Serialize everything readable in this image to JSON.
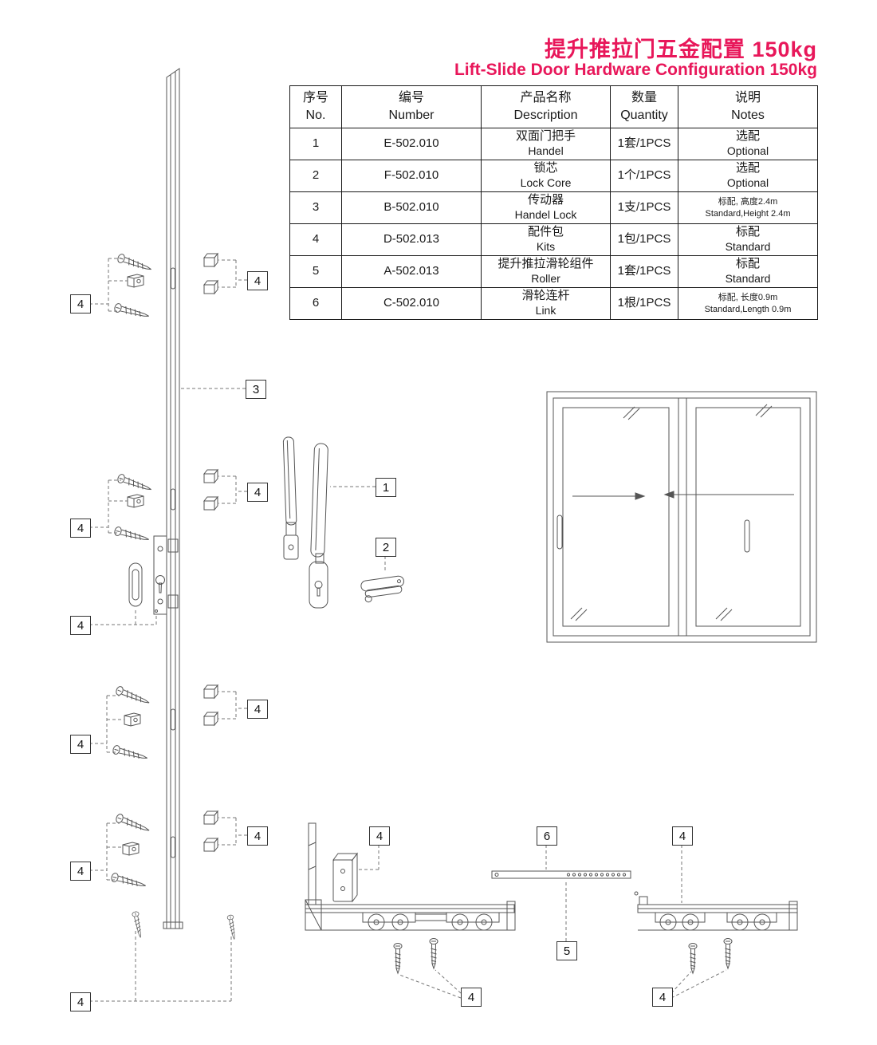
{
  "colors": {
    "accent": "#e8175a",
    "line": "#555555",
    "table_border": "#1a1a1a"
  },
  "title": {
    "zh": "提升推拉门五金配置 150kg",
    "en": "Lift-Slide Door Hardware Configuration 150kg"
  },
  "table": {
    "headers": [
      {
        "zh": "序号",
        "en": "No."
      },
      {
        "zh": "编号",
        "en": "Number"
      },
      {
        "zh": "产品名称",
        "en": "Description"
      },
      {
        "zh": "数量",
        "en": "Quantity"
      },
      {
        "zh": "说明",
        "en": "Notes"
      }
    ],
    "rows": [
      {
        "no": "1",
        "number": "E-502.010",
        "desc_zh": "双面门把手",
        "desc_en": "Handel",
        "qty": "1套/1PCS",
        "note_zh": "选配",
        "note_en": "Optional"
      },
      {
        "no": "2",
        "number": "F-502.010",
        "desc_zh": "锁芯",
        "desc_en": "Lock  Core",
        "qty": "1个/1PCS",
        "note_zh": "选配",
        "note_en": "Optional"
      },
      {
        "no": "3",
        "number": "B-502.010",
        "desc_zh": "传动器",
        "desc_en": "Handel Lock",
        "qty": "1支/1PCS",
        "note_zh": "标配, 高度2.4m",
        "note_en": "Standard,Height 2.4m"
      },
      {
        "no": "4",
        "number": "D-502.013",
        "desc_zh": "配件包",
        "desc_en": "Kits",
        "qty": "1包/1PCS",
        "note_zh": "标配",
        "note_en": "Standard"
      },
      {
        "no": "5",
        "number": "A-502.013",
        "desc_zh": "提升推拉滑轮组件",
        "desc_en": "Roller",
        "qty": "1套/1PCS",
        "note_zh": "标配",
        "note_en": "Standard"
      },
      {
        "no": "6",
        "number": "C-502.010",
        "desc_zh": "滑轮连杆",
        "desc_en": "Link",
        "qty": "1根/1PCS",
        "note_zh": "标配, 长度0.9m",
        "note_en": "Standard,Length 0.9m"
      }
    ]
  },
  "callouts": [
    {
      "label": "4",
      "ref": "kit-screws-group-1"
    },
    {
      "label": "4",
      "ref": "kit-blocks-group-1"
    },
    {
      "label": "3",
      "ref": "handle-lock-bar"
    },
    {
      "label": "4",
      "ref": "kit-blocks-group-2"
    },
    {
      "label": "1",
      "ref": "handle"
    },
    {
      "label": "4",
      "ref": "kit-screws-group-2"
    },
    {
      "label": "2",
      "ref": "lock-core"
    },
    {
      "label": "4",
      "ref": "kit-cylinder-plate"
    },
    {
      "label": "4",
      "ref": "kit-blocks-group-3"
    },
    {
      "label": "4",
      "ref": "kit-screws-group-3"
    },
    {
      "label": "4",
      "ref": "kit-blocks-group-4"
    },
    {
      "label": "4",
      "ref": "roller-guide-block"
    },
    {
      "label": "6",
      "ref": "link-bar"
    },
    {
      "label": "4",
      "ref": "roller-right-assembly"
    },
    {
      "label": "4",
      "ref": "kit-screws-group-4"
    },
    {
      "label": "5",
      "ref": "roller-assembly"
    },
    {
      "label": "4",
      "ref": "floor-screws-left"
    },
    {
      "label": "4",
      "ref": "floor-screws-right"
    },
    {
      "label": "4",
      "ref": "bar-end-screws"
    }
  ]
}
